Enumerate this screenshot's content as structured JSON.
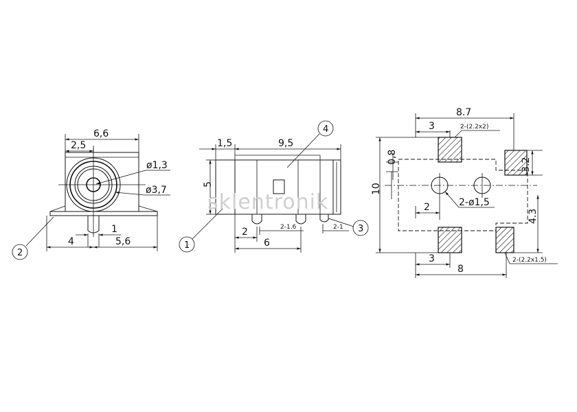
{
  "watermark": "sklentronik",
  "front_view": {
    "width": "6,6",
    "offset": "2,5",
    "inner_diameter": "ø1,3",
    "outer_diameter": "ø3,7",
    "pin_width": "1",
    "left_pitch": "4",
    "right_pitch": "5,6",
    "callout": "2"
  },
  "side_view": {
    "front_length": "1,5",
    "body_length": "9,5",
    "height": "5",
    "pin_offset": "2",
    "pin_span": "6",
    "pin_size_a": "2-1.6",
    "pin_size_b": "2-1",
    "callout_top": "4",
    "callout_left": "1",
    "callout_right": "3"
  },
  "footprint": {
    "total_width": "8.7",
    "pad_offset_top": "3",
    "pad_size_top": "2-(2.2x2)",
    "gap": "0,8",
    "height": "10",
    "pad_height_right": "3.2",
    "hole_offset": "2",
    "hole_size": "2-ø1,5",
    "pad_pitch_right": "4.3",
    "pad_offset_bottom": "3",
    "bottom_width": "8",
    "pad_size_bottom": "2-(2.2x1.5)"
  }
}
